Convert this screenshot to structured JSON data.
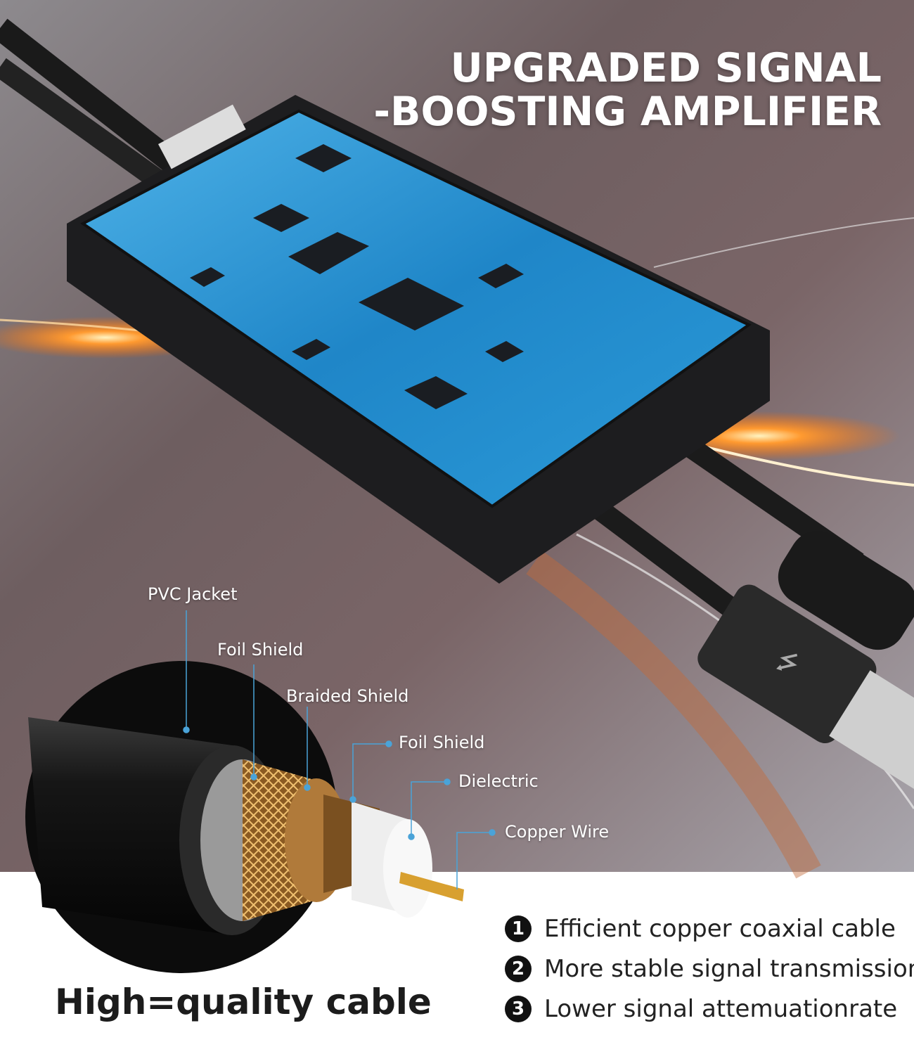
{
  "headline": {
    "line1": "UPGRADED SIGNAL",
    "line2": "-BOOSTING AMPLIFIER"
  },
  "cable_labels": [
    "PVC Jacket",
    "Foil Shield",
    "Braided Shield",
    "Foil Shield",
    "Dielectric",
    "Copper Wire"
  ],
  "bottom_title": "High=quality cable",
  "features": [
    {
      "num": "1",
      "text": "Efficient copper coaxial cable"
    },
    {
      "num": "2",
      "text": "More stable signal transmission"
    },
    {
      "num": "3",
      "text": "Lower signal attemuationrate"
    }
  ],
  "colors": {
    "pcb": "#2a8fd0",
    "callout_line": "#4aa3d8",
    "glow": "#ff8a2a"
  }
}
